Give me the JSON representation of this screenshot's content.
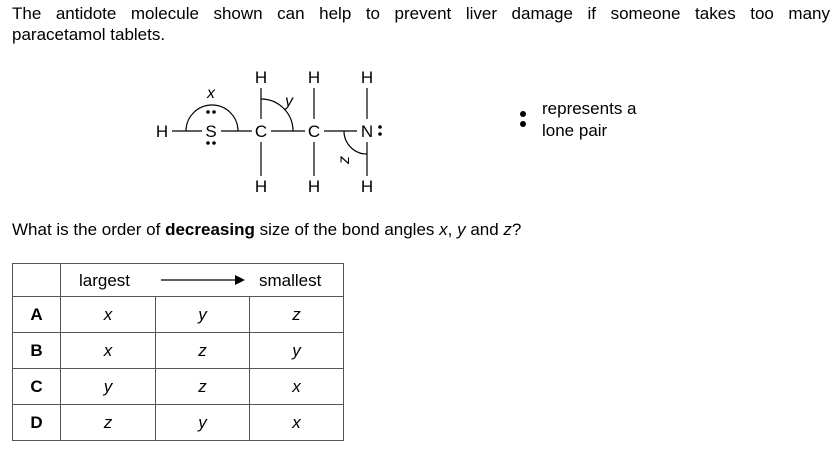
{
  "intro": {
    "line1": "The antidote molecule shown can help to prevent liver damage if someone takes too many",
    "line2": "paracetamol tablets."
  },
  "molecule": {
    "atoms": {
      "h_left": "H",
      "sulfur": "S",
      "carbon1": "C",
      "carbon2": "C",
      "nitrogen": "N",
      "h_c1_top": "H",
      "h_c1_bottom": "H",
      "h_c2_top": "H",
      "h_c2_bottom": "H",
      "h_n_top": "H",
      "h_n_bottom": "H"
    },
    "angle_labels": {
      "x": "x",
      "y": "y",
      "z": "z"
    }
  },
  "legend": {
    "line1": "represents a",
    "line2": "lone pair"
  },
  "question": {
    "prefix": "What is the order of ",
    "bold": "decreasing",
    "middle": " size of the bond angles ",
    "x": "x",
    "sep1": ", ",
    "y": "y",
    "and": " and ",
    "z": "z",
    "suffix": "?"
  },
  "table": {
    "header": {
      "largest": "largest",
      "smallest": "smallest"
    },
    "rows": [
      {
        "letter": "A",
        "values": [
          "x",
          "y",
          "z"
        ]
      },
      {
        "letter": "B",
        "values": [
          "x",
          "z",
          "y"
        ]
      },
      {
        "letter": "C",
        "values": [
          "y",
          "z",
          "x"
        ]
      },
      {
        "letter": "D",
        "values": [
          "z",
          "y",
          "x"
        ]
      }
    ]
  }
}
